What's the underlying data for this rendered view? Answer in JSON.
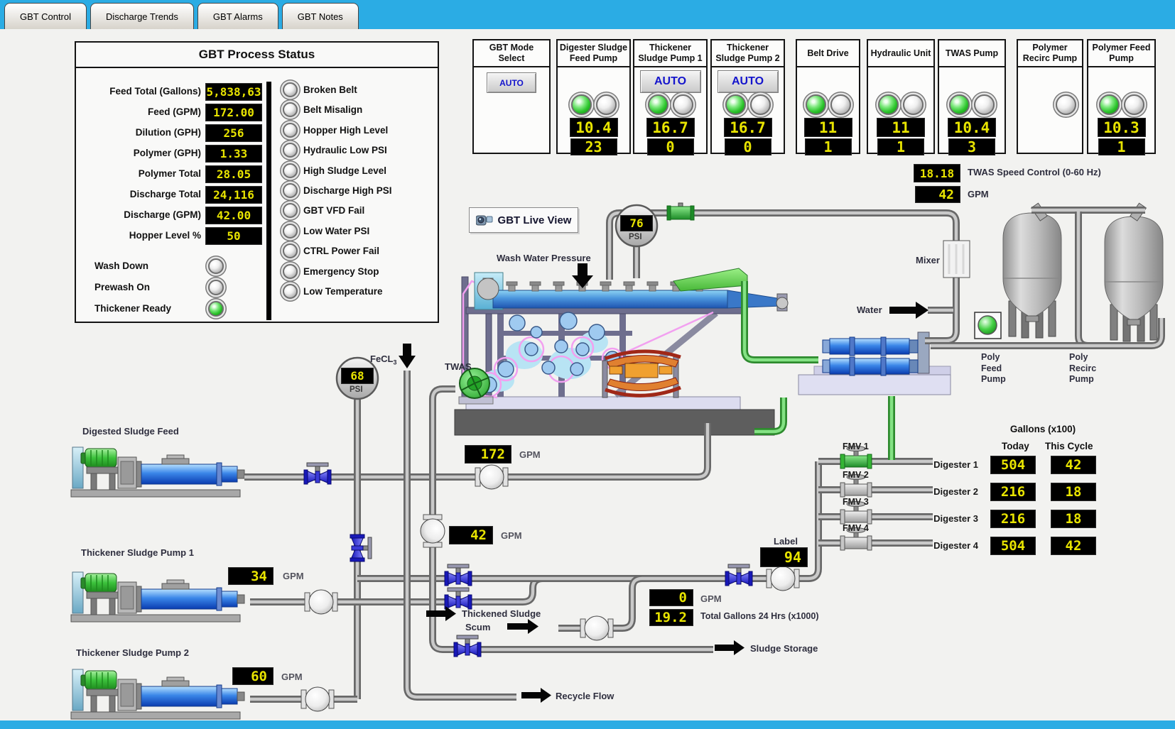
{
  "tabs": [
    {
      "label": "GBT Control",
      "active": true
    },
    {
      "label": "Discharge Trends",
      "active": false
    },
    {
      "label": "GBT Alarms",
      "active": false
    },
    {
      "label": "GBT Notes",
      "active": false
    }
  ],
  "status_panel": {
    "title": "GBT Process Status",
    "fields": [
      {
        "label": "Feed Total (Gallons)",
        "value": "5,838,63"
      },
      {
        "label": "Feed (GPM)",
        "value": "172.00"
      },
      {
        "label": "Dilution (GPH)",
        "value": "256"
      },
      {
        "label": "Polymer (GPH)",
        "value": "1.33"
      },
      {
        "label": "Polymer Total",
        "value": "28.05"
      },
      {
        "label": "Discharge Total",
        "value": "24,116"
      },
      {
        "label": "Discharge (GPM)",
        "value": "42.00"
      },
      {
        "label": "Hopper Level %",
        "value": "50"
      }
    ],
    "indicators": [
      {
        "label": "Wash Down",
        "on": false
      },
      {
        "label": "Prewash On",
        "on": false
      },
      {
        "label": "Thickener Ready",
        "on": true
      }
    ],
    "alarms": [
      "Broken Belt",
      "Belt Misalign",
      "Hopper High Level",
      "Hydraulic Low PSI",
      "High Sludge Level",
      "Discharge High PSI",
      "GBT VFD Fail",
      "Low Water PSI",
      "CTRL Power Fail",
      "Emergency Stop",
      "Low Temperature"
    ]
  },
  "mode_panel": {
    "title": "GBT Mode Select",
    "button": "AUTO"
  },
  "equipment_panels": [
    {
      "title": "Digester Sludge Feed Pump",
      "mode": "",
      "leds": [
        "on",
        "off"
      ],
      "display1": "10.4",
      "display2": "23"
    },
    {
      "title": "Thickener Sludge Pump 1",
      "mode": "AUTO",
      "leds": [
        "on",
        "off"
      ],
      "display1": "16.7",
      "display2": "0"
    },
    {
      "title": "Thickener Sludge Pump 2",
      "mode": "AUTO",
      "leds": [
        "on",
        "off"
      ],
      "display1": "16.7",
      "display2": "0"
    },
    {
      "title": "Belt Drive",
      "mode": "",
      "leds": [
        "on",
        "off"
      ],
      "display1": "11",
      "display2": "1"
    },
    {
      "title": "Hydraulic Unit",
      "mode": "",
      "leds": [
        "on",
        "off"
      ],
      "display1": "11",
      "display2": "1"
    },
    {
      "title": "TWAS Pump",
      "mode": "",
      "leds": [
        "on",
        "off"
      ],
      "display1": "10.4",
      "display2": "3"
    },
    {
      "title": "Polymer Recirc Pump",
      "mode": "",
      "leds": [
        "off"
      ],
      "display1": "",
      "display2": ""
    },
    {
      "title": "Polymer Feed Pump",
      "mode": "",
      "leds": [
        "on",
        "off"
      ],
      "display1": "10.3",
      "display2": "1"
    }
  ],
  "twas_control": {
    "speed_value": "18.18",
    "speed_label": "TWAS Speed Control (0-60 Hz)",
    "flow_value": "42",
    "flow_unit": "GPM"
  },
  "live_view": {
    "label": "GBT Live View"
  },
  "gauges": {
    "wash_water": {
      "label": "Wash Water Pressure",
      "value": "76",
      "unit": "PSI"
    },
    "fecl3": {
      "label": "FeCL",
      "sub": "3",
      "value": "68",
      "unit": "PSI"
    }
  },
  "flow_displays": {
    "feed": {
      "value": "172",
      "unit": "GPM"
    },
    "dilution": {
      "value": "42",
      "unit": "GPM"
    },
    "tsp1": {
      "value": "34",
      "unit": "GPM"
    },
    "tsp2": {
      "value": "60",
      "unit": "GPM"
    },
    "discharge": {
      "value": "0",
      "unit": "GPM"
    },
    "total": {
      "value": "19.2",
      "label": "Total Gallons 24 Hrs (x1000)"
    },
    "manifold": {
      "label": "Label",
      "value": "94"
    }
  },
  "process_labels": {
    "twas": "TWAS",
    "mixer": "Mixer",
    "water": "Water",
    "poly_feed": "Poly\nFeed\nPump",
    "poly_recirc": "Poly\nRecirc\nPump",
    "digested_sludge_feed": "Digested Sludge Feed",
    "tsp1": "Thickener Sludge Pump 1",
    "tsp2": "Thickener Sludge Pump 2",
    "thickened_sludge": "Thickened Sludge",
    "scum": "Scum",
    "sludge_storage": "Sludge Storage",
    "recycle_flow": "Recycle Flow"
  },
  "digester_table": {
    "header": "Gallons (x100)",
    "col_today": "Today",
    "col_cycle": "This Cycle",
    "valves": [
      {
        "label": "FMV 1",
        "open": true
      },
      {
        "label": "FMV 2",
        "open": false
      },
      {
        "label": "FMV 3",
        "open": false
      },
      {
        "label": "FMV 4",
        "open": false
      }
    ],
    "rows": [
      {
        "name": "Digester 1",
        "today": "504",
        "cycle": "42"
      },
      {
        "name": "Digester 2",
        "today": "216",
        "cycle": "18"
      },
      {
        "name": "Digester 3",
        "today": "216",
        "cycle": "18"
      },
      {
        "name": "Digester 4",
        "today": "504",
        "cycle": "42"
      }
    ]
  },
  "colors": {
    "topbar": "#2bace4",
    "led_text": "#e8e400",
    "alarm_off": "#c6c6c6",
    "run_green": "#2cc42c",
    "auto_text": "#1414cc"
  }
}
